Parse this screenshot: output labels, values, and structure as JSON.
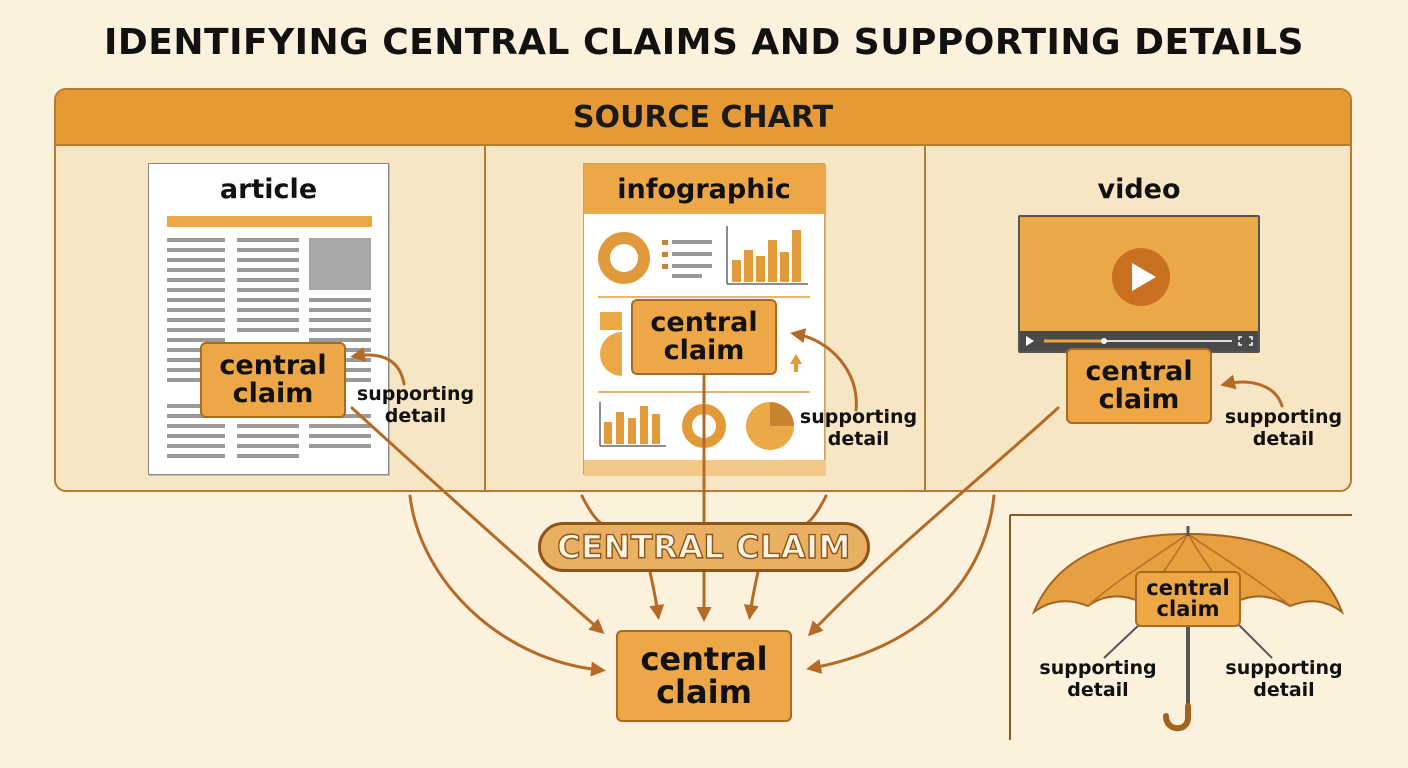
{
  "title": "IDENTIFYING CENTRAL CLAIMS AND SUPPORTING DETAILS",
  "source_chart": {
    "header": "SOURCE CHART",
    "article": {
      "label": "article",
      "claim_line1": "central",
      "claim_line2": "claim",
      "detail_line1": "supporting",
      "detail_line2": "detail"
    },
    "infographic": {
      "label": "infographic",
      "claim_line1": "central",
      "claim_line2": "claim",
      "detail_line1": "supporting",
      "detail_line2": "detail"
    },
    "video": {
      "label": "video",
      "claim_line1": "central",
      "claim_line2": "claim",
      "detail_line1": "supporting",
      "detail_line2": "detail"
    }
  },
  "central_pill": "CENTRAL CLAIM",
  "bottom_claim": {
    "line1": "central",
    "line2": "claim"
  },
  "umbrella": {
    "claim_line1": "central",
    "claim_line2": "claim",
    "left_line1": "supporting",
    "left_line2": "detail",
    "right_line1": "supporting",
    "right_line2": "detail"
  },
  "colors": {
    "background": "#fbf1dc",
    "header": "#e59a36",
    "claim_box": "#eda747",
    "arrow": "#b56a25",
    "outline": "#b87a2c"
  }
}
